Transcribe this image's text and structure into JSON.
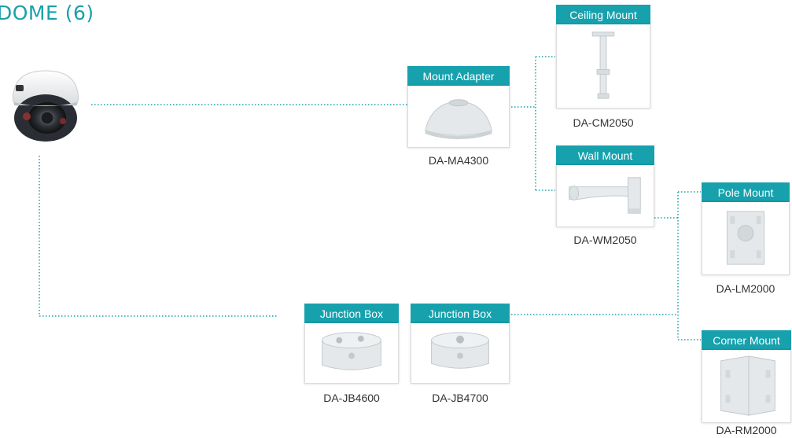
{
  "title": "DOME (6)",
  "colors": {
    "accent": "#16a1ad",
    "connector": "#1aa0aa",
    "product": "#e4e8ea"
  },
  "products": {
    "mount_adapter": {
      "label": "Mount Adapter",
      "model": "DA-MA4300"
    },
    "ceiling_mount": {
      "label": "Ceiling Mount",
      "model": "DA-CM2050"
    },
    "wall_mount": {
      "label": "Wall Mount",
      "model": "DA-WM2050"
    },
    "pole_mount": {
      "label": "Pole Mount",
      "model": "DA-LM2000"
    },
    "corner_mount": {
      "label": "Corner Mount",
      "model": "DA-RM2000"
    },
    "junction_box_1": {
      "label": "Junction Box",
      "model": "DA-JB4600"
    },
    "junction_box_2": {
      "label": "Junction Box",
      "model": "DA-JB4700"
    }
  }
}
